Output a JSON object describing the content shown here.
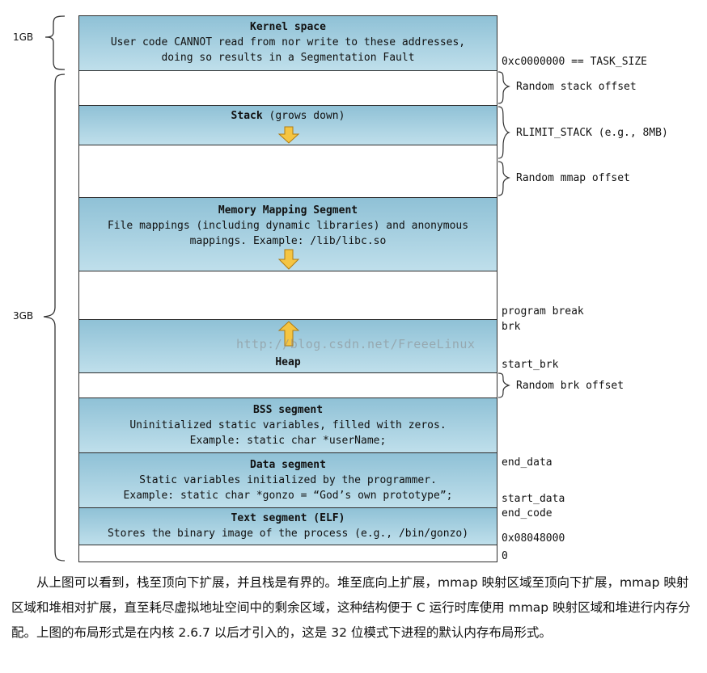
{
  "segments": {
    "kernel": {
      "title": "Kernel space",
      "desc1": "User code CANNOT read from nor write to these addresses,",
      "desc2": "doing so results in a Segmentation Fault"
    },
    "stack": {
      "title_bold": "Stack",
      "title_rest": " (grows down)"
    },
    "mmap": {
      "title": "Memory Mapping Segment",
      "desc1": "File mappings (including dynamic libraries) and anonymous",
      "desc2": "mappings. Example: /lib/libc.so"
    },
    "heap": {
      "title": "Heap"
    },
    "bss": {
      "title": "BSS segment",
      "desc1": "Uninitialized static variables, filled with zeros.",
      "desc2": "Example: static char *userName;"
    },
    "data": {
      "title": "Data segment",
      "desc1": "Static variables initialized by the programmer.",
      "desc2": "Example: static char *gonzo = “God’s own prototype”;"
    },
    "text": {
      "title": "Text segment (ELF)",
      "desc1": "Stores the binary image of the process (e.g., /bin/gonzo)"
    }
  },
  "right_labels": {
    "task_size": "0xc0000000 == TASK_SIZE",
    "program_break": "program break",
    "brk": "brk",
    "start_brk": "start_brk",
    "end_data": "end_data",
    "start_data": "start_data",
    "end_code": "end_code",
    "addr_text": "0x08048000",
    "zero": "0"
  },
  "brace_labels": {
    "random_stack": "Random stack offset",
    "rlimit": "RLIMIT_STACK (e.g., 8MB)",
    "random_mmap": "Random mmap offset",
    "random_brk": "Random brk offset"
  },
  "left_labels": {
    "gb1": "1GB",
    "gb3": "3GB"
  },
  "watermark": "http://blog.csdn.net/FreeeLinux",
  "caption": "从上图可以看到，栈至顶向下扩展，并且栈是有界的。堆至底向上扩展，mmap 映射区域至顶向下扩展，mmap 映射区域和堆相对扩展，直至耗尽虚拟地址空间中的剩余区域，这种结构便于 C 运行时库使用 mmap 映射区域和堆进行内存分配。上图的布局形式是在内核 2.6.7 以后才引入的，这是 32 位模式下进程的默认内存布局形式。",
  "colors": {
    "segment_fill": "#a8d0e0",
    "arrow_fill": "#f5c542",
    "border": "#2d2d2d"
  },
  "icons": {
    "down_arrow": "down-arrow-icon",
    "up_arrow": "up-arrow-icon",
    "brace": "curly-brace"
  }
}
